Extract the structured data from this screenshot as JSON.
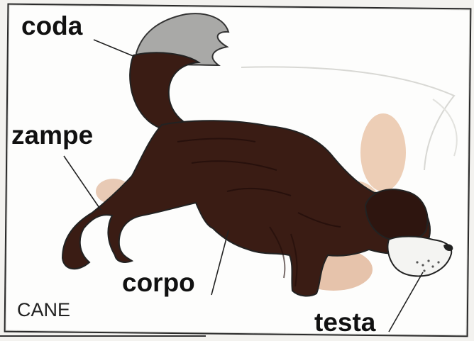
{
  "labels": {
    "coda": "coda",
    "zampe": "zampe",
    "corpo": "corpo",
    "testa": "testa"
  },
  "caption": "CANE",
  "colors": {
    "fur": "#3a1c14",
    "fur_dark": "#2a120d",
    "tail_tip": "#a9a9a7",
    "muzzle": "#f4f4f2",
    "smudge": "#d69a6a",
    "line": "#222222"
  }
}
